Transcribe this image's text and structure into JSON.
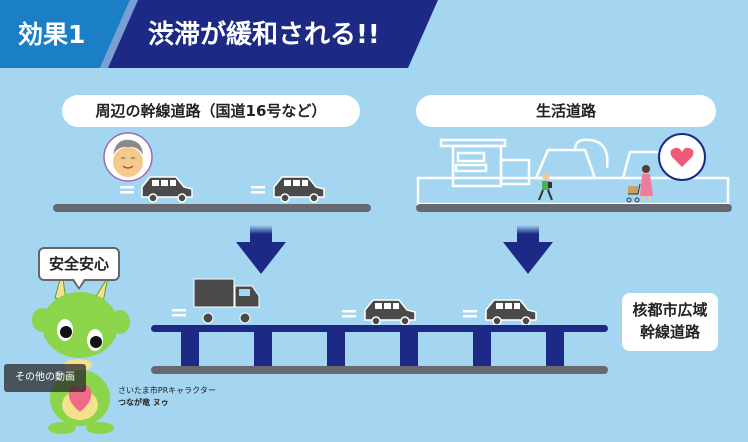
{
  "header": {
    "effect_label": "効果1",
    "title": "渋滞が緩和される!!",
    "colors": {
      "effect_bg": "#1a7fc4",
      "title_bg": "#1c2a86",
      "stripe": "#7a9fd4"
    }
  },
  "panels": {
    "left": {
      "label": "周辺の幹線道路（国道16号など）",
      "icons": [
        "smiling-elder-icon",
        "car-icon",
        "car-icon"
      ]
    },
    "right": {
      "label": "生活道路",
      "icons": [
        "house-outline-icon",
        "child-running-icon",
        "parent-with-stroller-icon",
        "heart-icon"
      ]
    }
  },
  "bottom": {
    "callout": "安全安心",
    "hub_road_label_line1": "核都市広域",
    "hub_road_label_line2": "幹線道路",
    "vehicles": [
      "truck-icon",
      "car-icon",
      "car-icon"
    ]
  },
  "character": {
    "caption_line1": "さいたま市PRキャラクター",
    "caption_line2": "つなが竜 ヌゥ"
  },
  "overlay": {
    "more_videos": "その他の動画"
  },
  "colors": {
    "background": "#a4d6f2",
    "road": "#666a70",
    "bridge": "#1c2a86",
    "vehicle": "#4a4a4a",
    "heart": "#f05a78"
  }
}
